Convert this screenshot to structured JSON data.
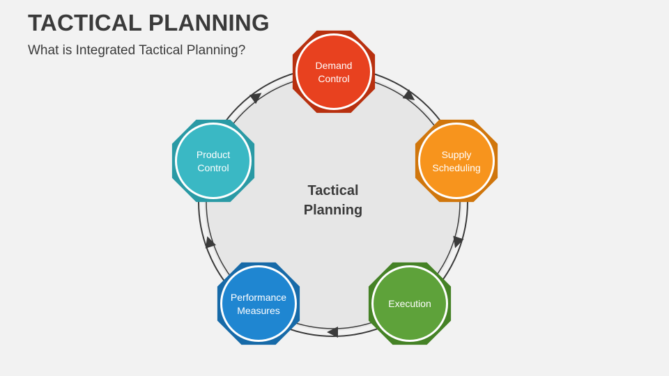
{
  "slide": {
    "title": "TACTICAL PLANNING",
    "subtitle": "What is Integrated Tactical Planning?"
  },
  "diagram": {
    "center": {
      "line1": "Tactical",
      "line2": "Planning"
    },
    "nodes": [
      {
        "id": "demand-control",
        "line1": "Demand",
        "line2": "Control",
        "color": "#e8411f",
        "dark": "#b8300f"
      },
      {
        "id": "supply-scheduling",
        "line1": "Supply",
        "line2": "Scheduling",
        "color": "#f7941d",
        "dark": "#d0760c"
      },
      {
        "id": "execution",
        "line1": "Execution",
        "line2": "",
        "color": "#5ea23a",
        "dark": "#458226"
      },
      {
        "id": "performance-measures",
        "line1": "Performance",
        "line2": "Measures",
        "color": "#1f86d1",
        "dark": "#176aa8"
      },
      {
        "id": "product-control",
        "line1": "Product",
        "line2": "Control",
        "color": "#3ab8c4",
        "dark": "#2a9aa5"
      }
    ],
    "colors": {
      "center_fill": "#e6e6e6",
      "ring": "#3a3a3a",
      "arrow": "#3a3a3a"
    }
  }
}
